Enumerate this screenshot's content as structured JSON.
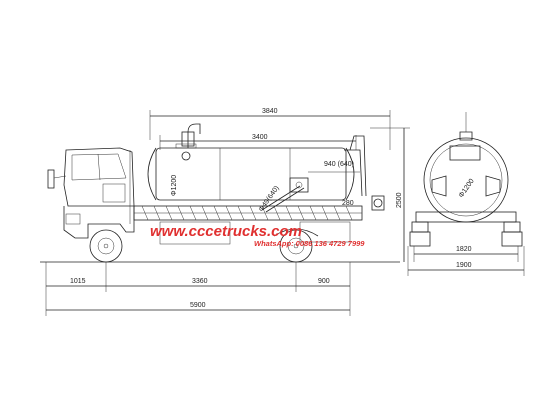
{
  "dimensions": {
    "overall_tank_length": "3840",
    "tank_length": "3400",
    "manhole": "940 (640)",
    "tank_diameter_side": "Φ1200",
    "pipe_size": "Φ49(640)",
    "rear_height": "280",
    "overall_height": "2500",
    "front_overhang": "1015",
    "wheelbase": "3360",
    "rear_overhang": "900",
    "overall_length": "5900",
    "tank_diameter_rear": "Φ1200",
    "rear_track": "1820",
    "overall_width": "1900"
  },
  "watermark": {
    "site": "www.cccetrucks.com",
    "contact": "WhatsApp: 0086 136 4729 7999",
    "color": "#e03030"
  }
}
